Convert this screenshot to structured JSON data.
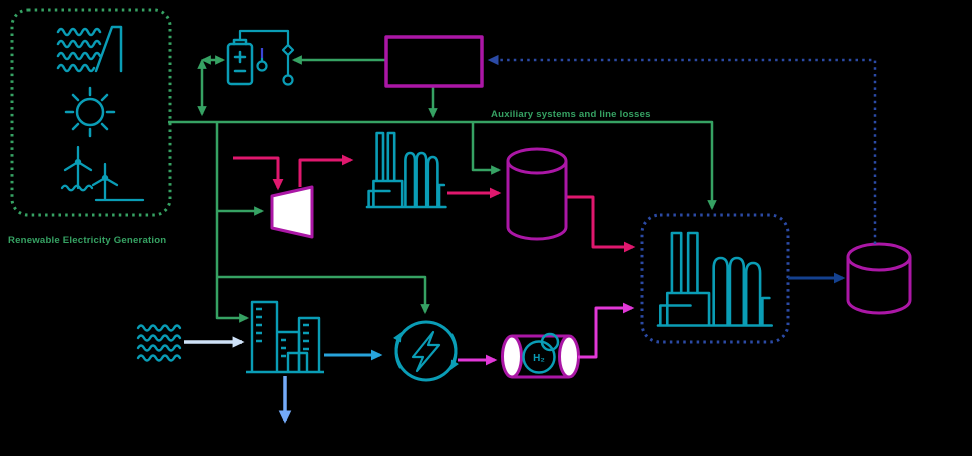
{
  "labels": {
    "renewable_generation": "Renewable Electricity Generation",
    "auxiliary_losses": "Auxiliary systems and line losses",
    "h2_tank": "H₂"
  },
  "colors": {
    "background": "#000000",
    "teal": "#0a9db6",
    "green": "#36a263",
    "crimson": "#e0186e",
    "purple": "#ab17a6",
    "bright_magenta": "#e238d8",
    "navy_solid": "#14418f",
    "navy_dashed": "#2b4aa5",
    "blue": "#28a4dc",
    "light_blue": "#74aaf8",
    "pale_blue": "#cfe2f8",
    "circuit_blue": "#3c45d6",
    "white": "#ffffff"
  },
  "icons": [
    {
      "name": "hydro-dam-icon"
    },
    {
      "name": "sun-icon"
    },
    {
      "name": "wind-turbines-icon"
    },
    {
      "name": "battery-icon"
    },
    {
      "name": "circuit-nodes-icon"
    },
    {
      "name": "unlabeled-magenta-box"
    },
    {
      "name": "turbine-icon"
    },
    {
      "name": "factory-icon-small"
    },
    {
      "name": "storage-cylinder-icon-middle"
    },
    {
      "name": "waves-icon"
    },
    {
      "name": "buildings-icon"
    },
    {
      "name": "electrolyzer-icon"
    },
    {
      "name": "h2-tank-icon"
    },
    {
      "name": "factory-icon-large-dashed-box"
    },
    {
      "name": "storage-cylinder-icon-right"
    }
  ],
  "flows": [
    {
      "name": "renewable-box-to-bus",
      "color": "green"
    },
    {
      "name": "bus-battery-bidirectional",
      "color": "green"
    },
    {
      "name": "magenta-box-to-battery-circuit",
      "color": "green"
    },
    {
      "name": "magenta-box-to-bus",
      "color": "green"
    },
    {
      "name": "bus-to-turbine",
      "color": "green"
    },
    {
      "name": "bus-to-middle-cylinder",
      "color": "green"
    },
    {
      "name": "bus-to-buildings",
      "color": "green"
    },
    {
      "name": "bus-to-electrolyzer",
      "color": "green"
    },
    {
      "name": "bus-to-dashed-box",
      "color": "green"
    },
    {
      "name": "stub-to-turbine",
      "color": "crimson"
    },
    {
      "name": "turbine-to-small-factory",
      "color": "crimson"
    },
    {
      "name": "small-factory-to-middle-cylinder",
      "color": "crimson"
    },
    {
      "name": "middle-cylinder-to-dashed-box",
      "color": "crimson"
    },
    {
      "name": "waves-to-buildings",
      "color": "pale_blue"
    },
    {
      "name": "buildings-to-electrolyzer",
      "color": "blue"
    },
    {
      "name": "buildings-down-output",
      "color": "light_blue"
    },
    {
      "name": "electrolyzer-to-h2-tank",
      "color": "bright_magenta"
    },
    {
      "name": "h2-tank-to-dashed-box",
      "color": "bright_magenta"
    },
    {
      "name": "dashed-box-to-right-cylinder",
      "color": "navy_solid"
    },
    {
      "name": "right-cylinder-to-magenta-box",
      "color": "navy_dashed"
    }
  ]
}
